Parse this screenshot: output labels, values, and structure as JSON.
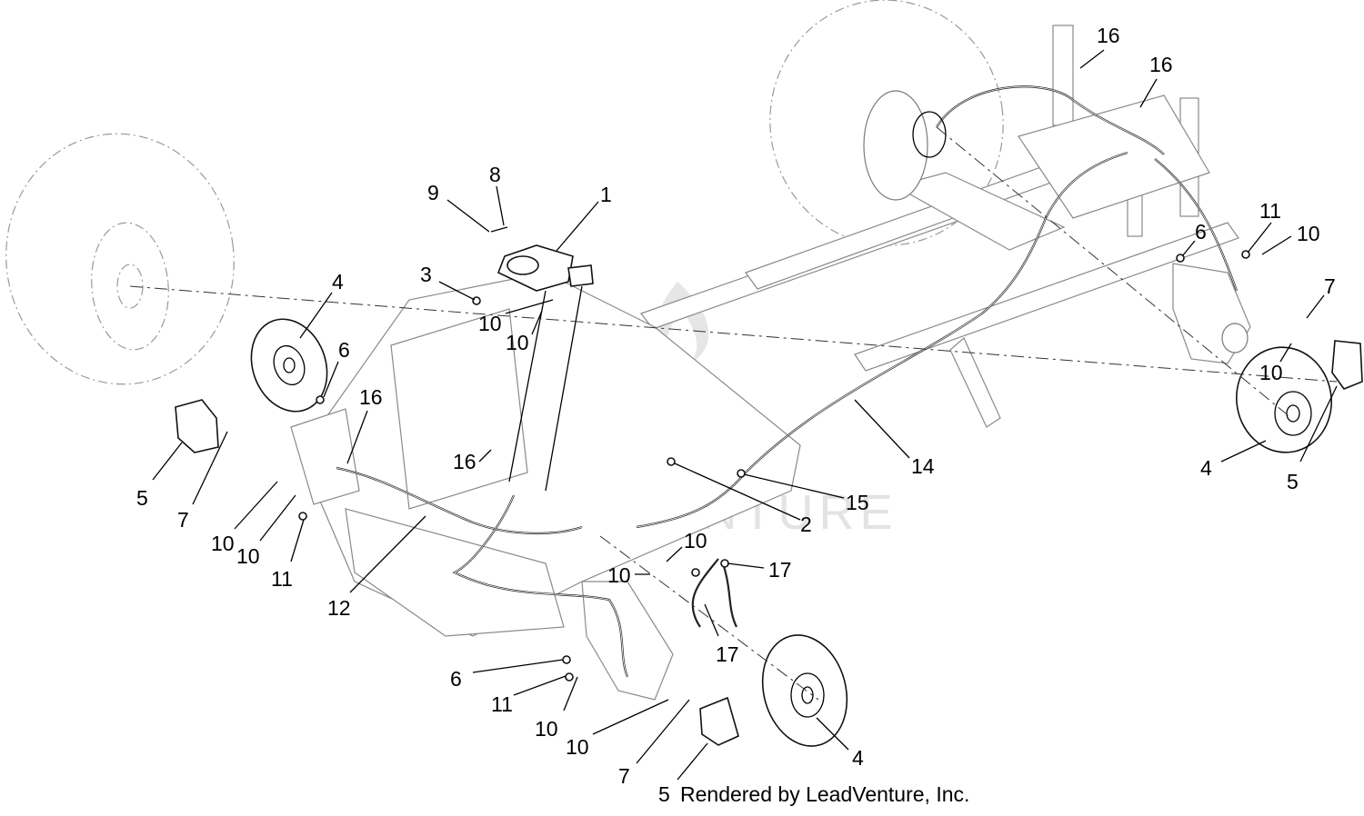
{
  "diagram": {
    "watermark": "LEADVENTURE",
    "credit": "Rendered by LeadVenture, Inc.",
    "callouts": [
      {
        "id": "c1",
        "label": "1"
      },
      {
        "id": "c2",
        "label": "2"
      },
      {
        "id": "c3",
        "label": "3"
      },
      {
        "id": "c4a",
        "label": "4"
      },
      {
        "id": "c4b",
        "label": "4"
      },
      {
        "id": "c4c",
        "label": "4"
      },
      {
        "id": "c5a",
        "label": "5"
      },
      {
        "id": "c5b",
        "label": "5"
      },
      {
        "id": "c5c",
        "label": "5"
      },
      {
        "id": "c6a",
        "label": "6"
      },
      {
        "id": "c6b",
        "label": "6"
      },
      {
        "id": "c6c",
        "label": "6"
      },
      {
        "id": "c7a",
        "label": "7"
      },
      {
        "id": "c7b",
        "label": "7"
      },
      {
        "id": "c7c",
        "label": "7"
      },
      {
        "id": "c8",
        "label": "8"
      },
      {
        "id": "c9",
        "label": "9"
      },
      {
        "id": "c10a",
        "label": "10"
      },
      {
        "id": "c10b",
        "label": "10"
      },
      {
        "id": "c10c",
        "label": "10"
      },
      {
        "id": "c10d",
        "label": "10"
      },
      {
        "id": "c10e",
        "label": "10"
      },
      {
        "id": "c10f",
        "label": "10"
      },
      {
        "id": "c10g",
        "label": "10"
      },
      {
        "id": "c10h",
        "label": "10"
      },
      {
        "id": "c10i",
        "label": "10"
      },
      {
        "id": "c10j",
        "label": "10"
      },
      {
        "id": "c10k",
        "label": "10"
      },
      {
        "id": "c11a",
        "label": "11"
      },
      {
        "id": "c11b",
        "label": "11"
      },
      {
        "id": "c11c",
        "label": "11"
      },
      {
        "id": "c12",
        "label": "12"
      },
      {
        "id": "c14",
        "label": "14"
      },
      {
        "id": "c15",
        "label": "15"
      },
      {
        "id": "c16a",
        "label": "16"
      },
      {
        "id": "c16b",
        "label": "16"
      },
      {
        "id": "c16c",
        "label": "16"
      },
      {
        "id": "c16d",
        "label": "16"
      },
      {
        "id": "c17a",
        "label": "17"
      },
      {
        "id": "c17b",
        "label": "17"
      }
    ]
  }
}
